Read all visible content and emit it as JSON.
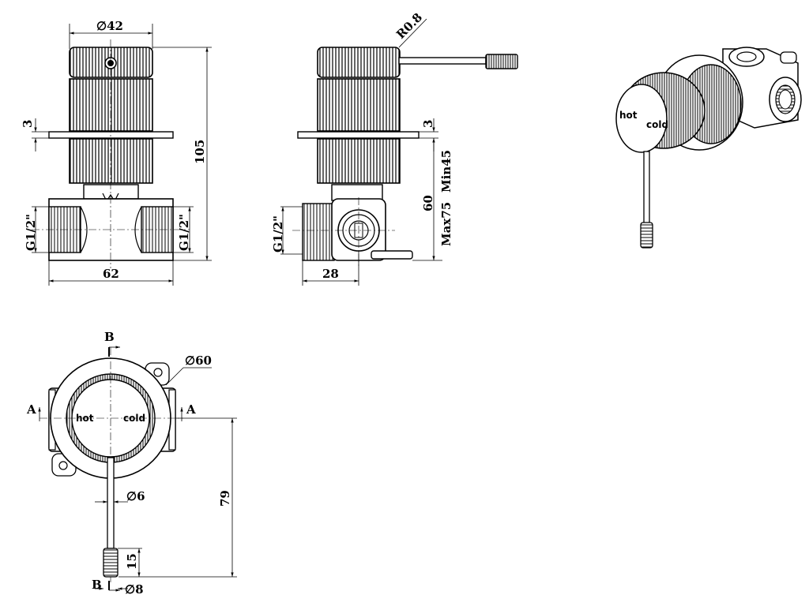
{
  "dimensions": {
    "body_diameter": "∅42",
    "height_total": "105",
    "plate_thickness_left": "3",
    "plate_thickness_right": "3",
    "thread_left_a": "G1/2\"",
    "thread_left_b": "G1/2\"",
    "thread_side": "G1/2\"",
    "body_width": "62",
    "side_depth": "28",
    "radius": "R0.8",
    "install_min": "Min45",
    "install_mid": "60",
    "install_max": "Max75",
    "plate_diameter": "∅60",
    "lever_diameter": "∅6",
    "lever_length": "79",
    "grip_length": "15",
    "grip_diameter": "∅8"
  },
  "section_labels": {
    "a_left": "A",
    "a_right": "A",
    "b_top": "B",
    "b_bottom": "B"
  },
  "handle_text": {
    "hot": "hot",
    "cold": "cold"
  },
  "colors": {
    "line": "#000000",
    "background": "#ffffff"
  }
}
